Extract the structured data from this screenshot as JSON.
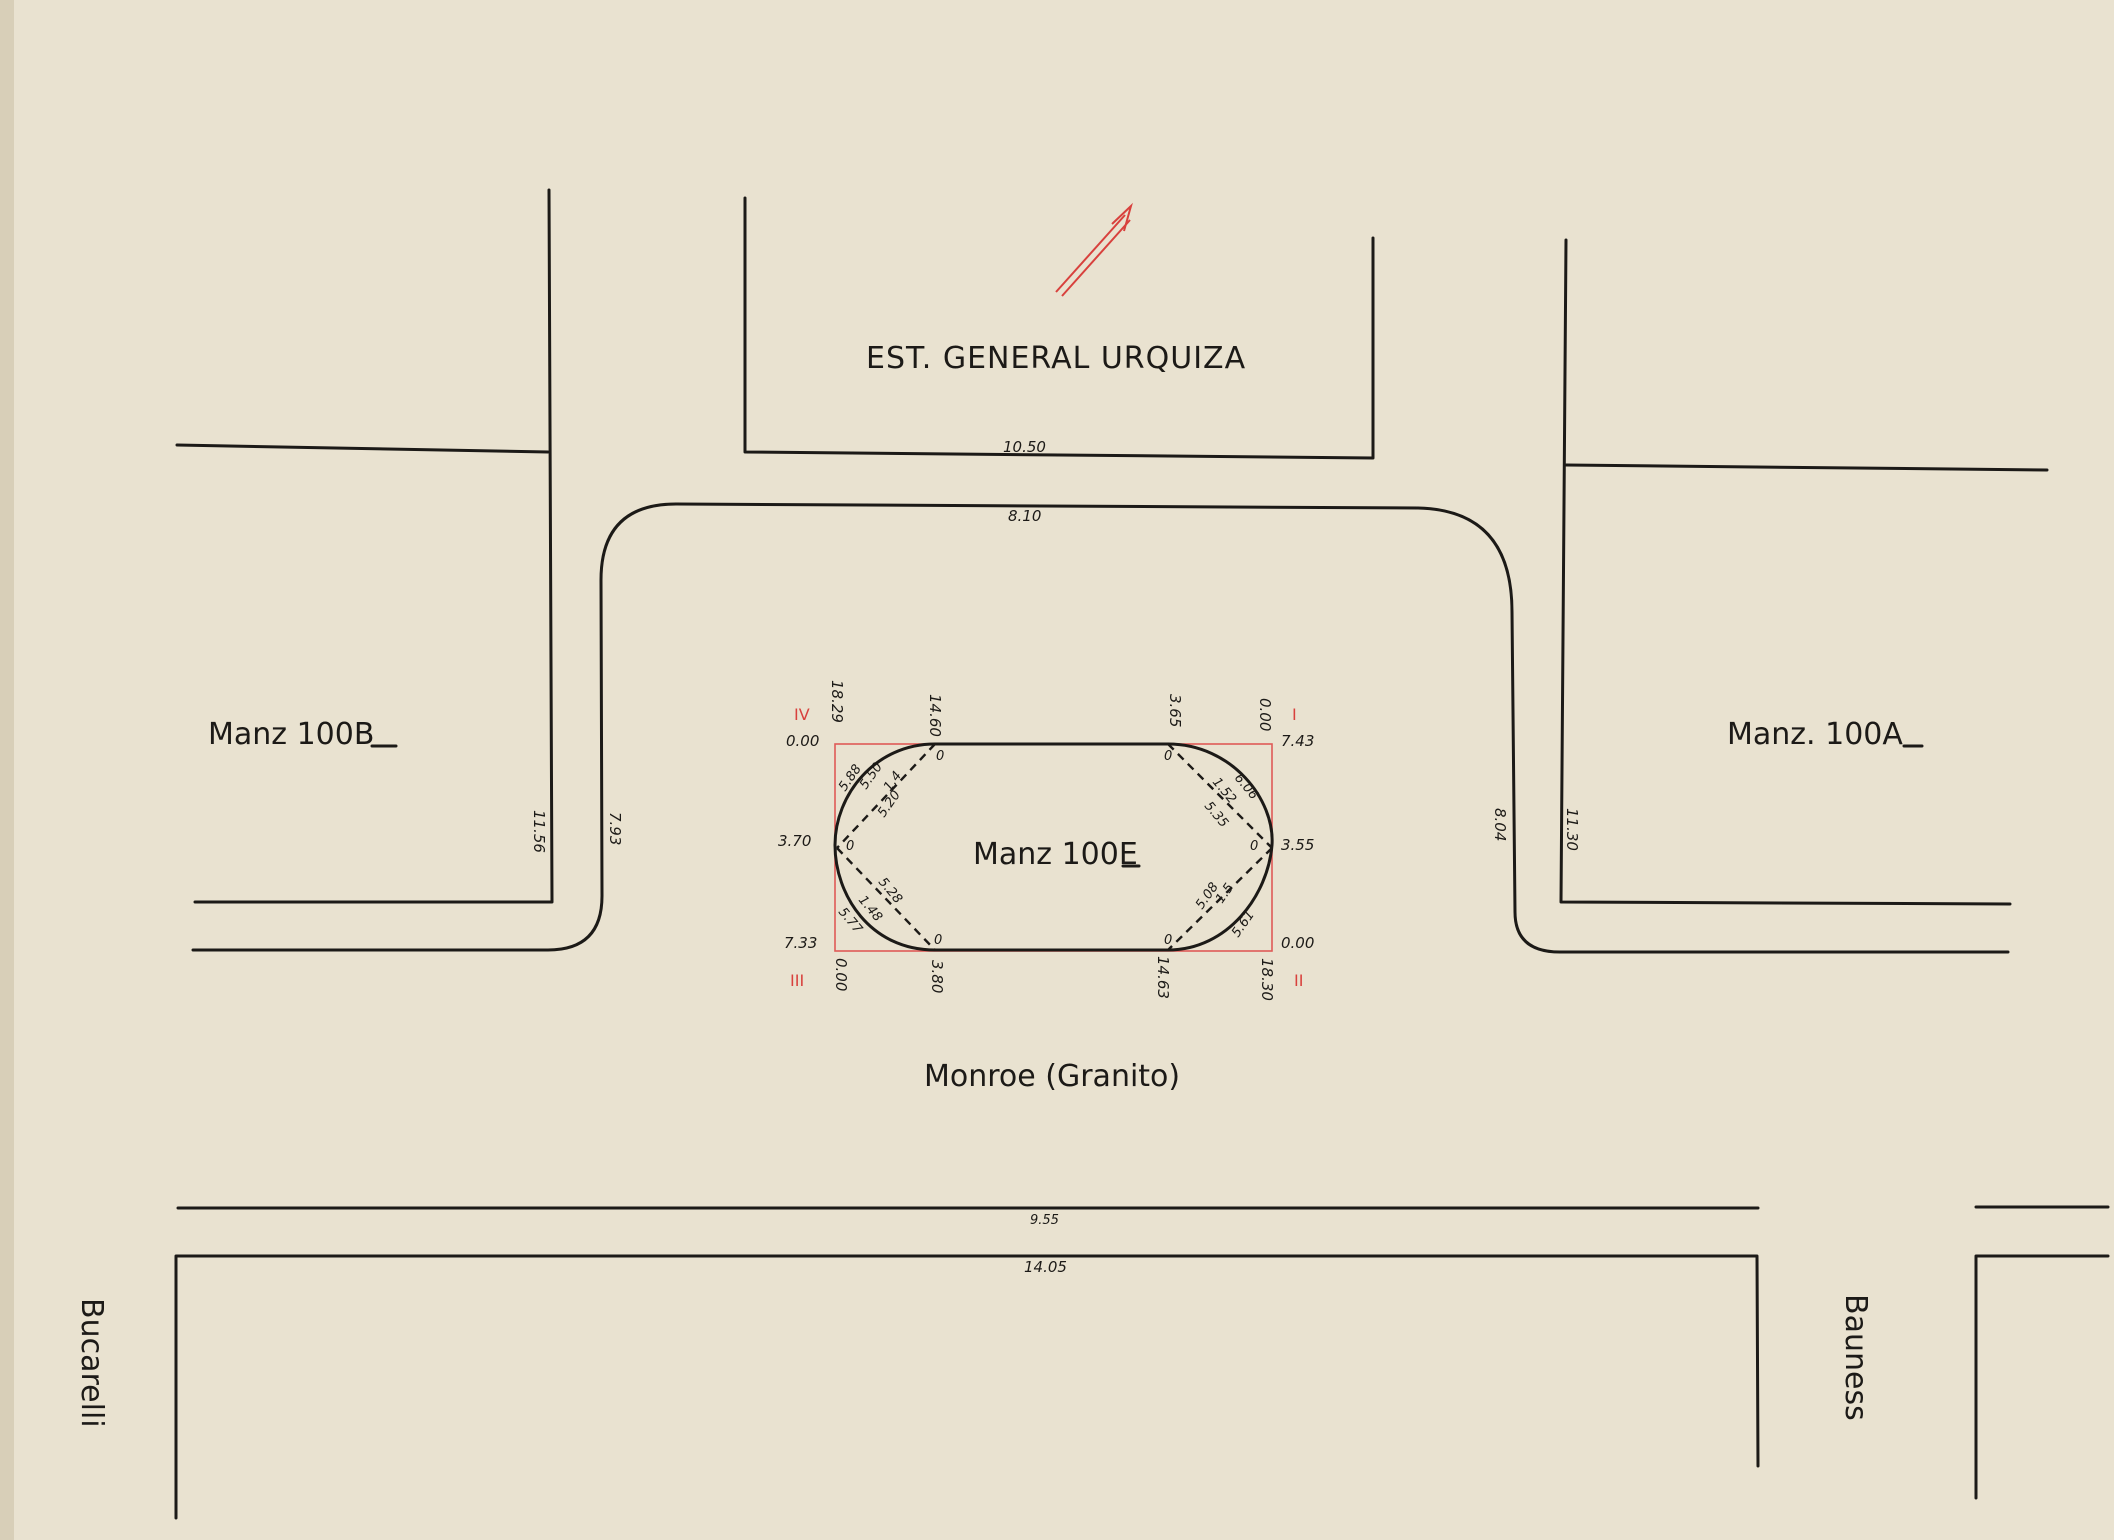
{
  "colors": {
    "paper": "#e9e2d0",
    "ink": "#1c1a17",
    "red_ink": "#d8413d"
  },
  "labels": {
    "station": "EST. GENERAL URQUIZA",
    "block_b": "Manz 100B",
    "block_a": "Manz. 100A",
    "block_e": "Manz 100E",
    "street_monroe": "Monroe (Granito)",
    "street_bucarelli": "Bucarelli",
    "street_bauness": "Bauness"
  },
  "dimensions": {
    "station_front": "10.50",
    "plaza_top": "8.10",
    "left_block_width": "11.56",
    "left_street_width": "7.93",
    "right_street_width": "8.04",
    "right_block_width": "11.30",
    "monroe_road": "9.55",
    "monroe_sidewalk": "14.05"
  },
  "corner_marks": {
    "iv": "IV",
    "i": "I",
    "iii": "III",
    "ii": "II"
  },
  "plaza_coords": {
    "top_left_x": "18.29",
    "top_left_y": "0.00",
    "top_curve_left": "14.60",
    "top_curve_right": "3.65",
    "top_right_x": "0.00",
    "top_right_y": "7.43",
    "mid_left": "3.70",
    "mid_right": "3.55",
    "bottom_left_y": "7.33",
    "bottom_left_x": "0.00",
    "bottom_curve_left": "3.80",
    "bottom_curve_right": "14.63",
    "bottom_right_y": "0.00",
    "bottom_right_x": "18.30"
  },
  "chords": {
    "ul_a": "5.88",
    "ul_b": "5.50",
    "ul_c": "5.20",
    "ul_d": "1.4",
    "ur_a": "6.06",
    "ur_b": "5.35",
    "ur_c": "1.52",
    "ll_a": "5.77",
    "ll_b": "5.28",
    "ll_c": "1.48",
    "lr_a": "5.08",
    "lr_b": "5.61",
    "lr_c": "1.5"
  },
  "point_marks": {
    "zero": "0"
  }
}
